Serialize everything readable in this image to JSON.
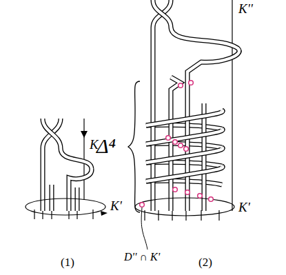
{
  "diagram": {
    "labels": [
      "K",
      "K'",
      "(1)",
      "K''",
      "Δ⁴",
      "D'' ∩ K'",
      "K'",
      "(2)"
    ]
  }
}
